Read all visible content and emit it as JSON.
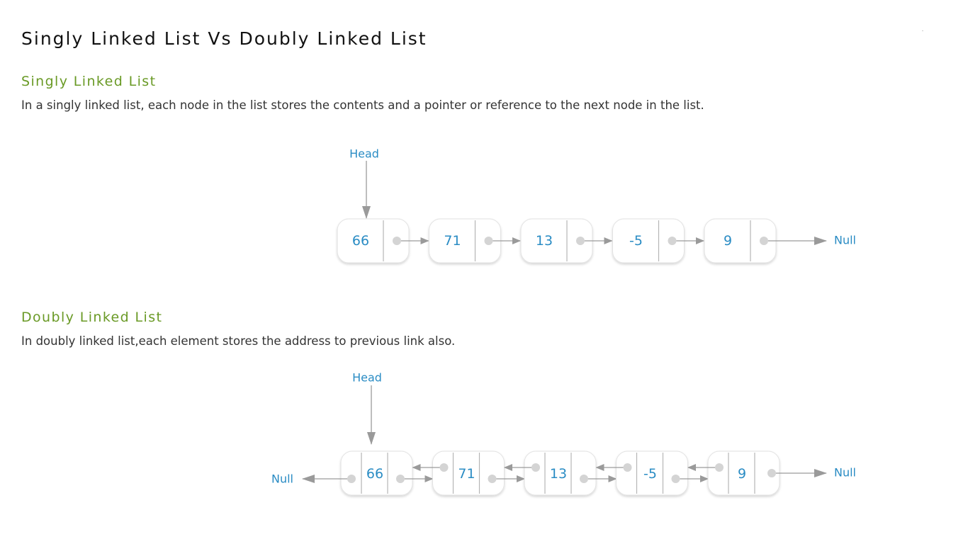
{
  "page": {
    "title": "Singly Linked List Vs Doubly Linked List"
  },
  "singly": {
    "heading": "Singly Linked List",
    "description": "In a singly linked list, each node in the list stores the contents and a pointer or reference to the next node in the list.",
    "head_label": "Head",
    "null_label": "Null",
    "nodes": [
      "66",
      "71",
      "13",
      "-5",
      "9"
    ]
  },
  "doubly": {
    "heading": "Doubly Linked List",
    "description": "In doubly linked list,each element stores the address to previous link also.",
    "head_label": "Head",
    "left_null_label": "Null",
    "right_null_label": "Null",
    "nodes": [
      "66",
      "71",
      "13",
      "-5",
      "9"
    ]
  },
  "colors": {
    "title": "#111111",
    "heading": "#6a9a26",
    "text": "#333333",
    "node_value": "#2a8cc4",
    "arrow": "#9a9a9a",
    "pointer_dot": "#d4d4d4",
    "node_border": "#e2e2e2"
  }
}
